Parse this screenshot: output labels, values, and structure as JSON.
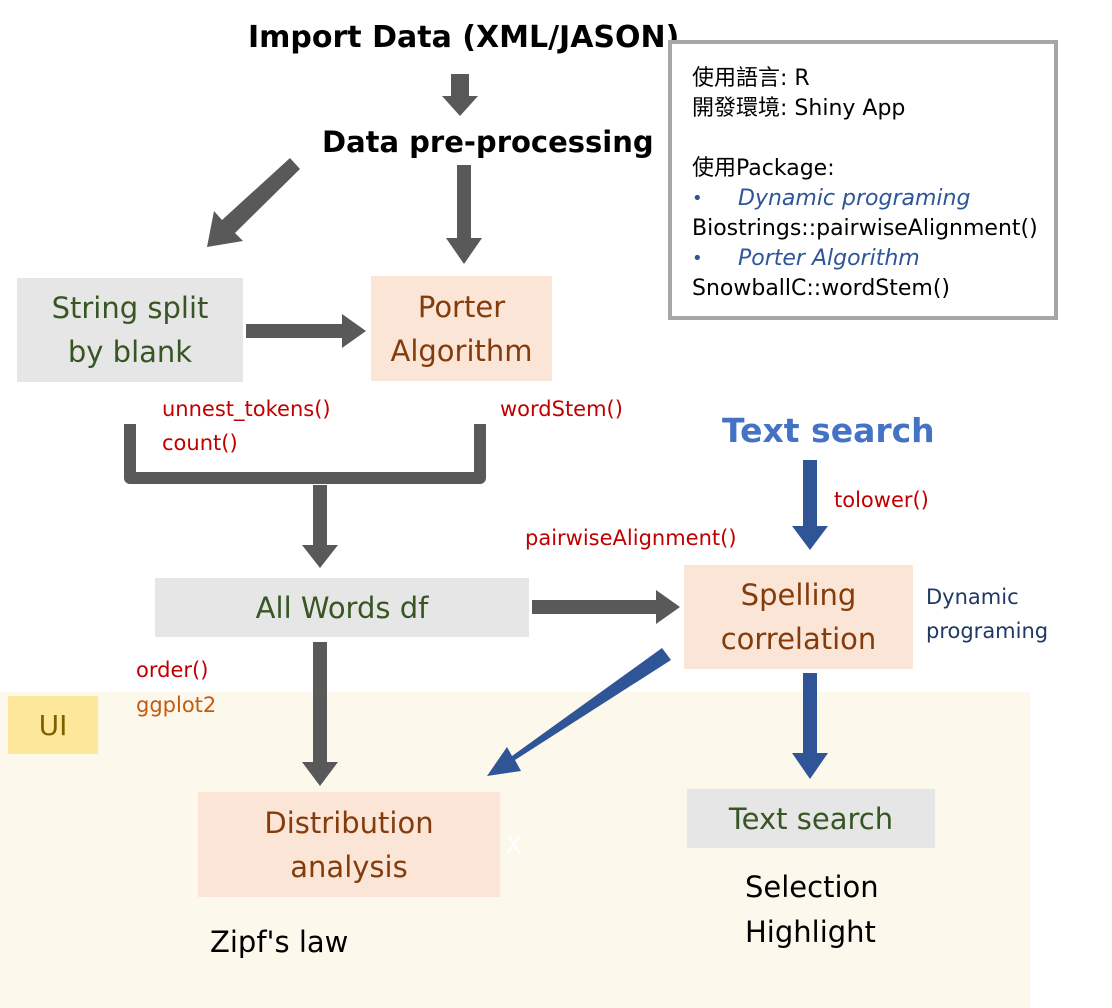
{
  "title": "Import Data (XML/JASON)",
  "preprocess": "Data pre-processing",
  "info": {
    "language_label": "使用語言",
    "language_value": "R",
    "env_label": "開發環境",
    "env_value": "Shiny App",
    "package_label": "使用Package:",
    "bullet1": "Dynamic programing",
    "func1": "Biostrings::pairwiseAlignment()",
    "bullet2": "Porter Algorithm",
    "func2": "SnowballC::wordStem()"
  },
  "box_split": {
    "line1": "String split",
    "line2": "by blank"
  },
  "box_porter": {
    "line1": "Porter",
    "line2": "Algorithm"
  },
  "box_words": "All Words df",
  "box_spelling": {
    "line1": "Spelling",
    "line2": "correlation"
  },
  "box_distribution": {
    "line1": "Distribution",
    "line2": "analysis"
  },
  "box_textsearch": "Text search",
  "text_search_heading": "Text search",
  "functions": {
    "unnest": "unnest_tokens()",
    "count": "count()",
    "wordstem": "wordStem()",
    "tolower": "tolower()",
    "pairwise": "pairwiseAlignment()",
    "order": "order()",
    "ggplot": "ggplot2"
  },
  "dynamic": {
    "line1": "Dynamic",
    "line2": "programing"
  },
  "ui_label": "UI",
  "x_mark": "X",
  "zipf": "Zipf's law",
  "selection": "Selection",
  "highlight": "Highlight",
  "colors": {
    "grey_arrow": "#595959",
    "blue_arrow": "#2f5597",
    "heading_blue": "#4472c4"
  }
}
